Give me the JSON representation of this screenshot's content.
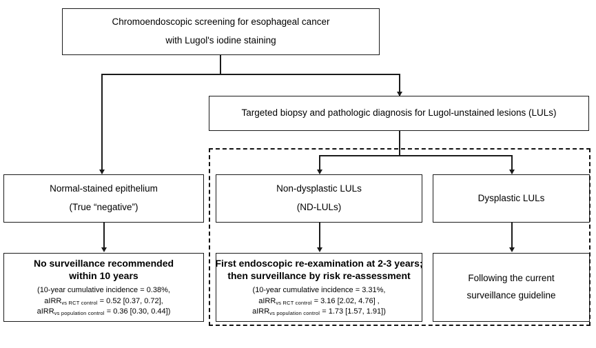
{
  "diagram": {
    "title": "Chromoendoscopic screening flowchart for esophageal cancer surveillance",
    "nodes": {
      "screening": {
        "line1": "Chromoendoscopic screening for esophageal cancer",
        "line2": "with Lugol's iodine staining"
      },
      "biopsy": {
        "line1": "Targeted biopsy and pathologic diagnosis for Lugol-unstained lesions (LULs)"
      },
      "normal_stained": {
        "line1": "Normal-stained epithelium",
        "line2": "(True “negative”)"
      },
      "non_dysplastic": {
        "line1": "Non-dysplastic LULs",
        "line2": "(ND-LULs)"
      },
      "dysplastic": {
        "line1": "Dysplastic LULs"
      },
      "no_surveillance": {
        "heading1": "No surveillance recommended",
        "heading2": "within 10 years",
        "stat1": "(10-year cumulative incidence = 0.38%,",
        "stat2_label": "aIRR",
        "stat2_sub": "vs RCT control",
        "stat2_value": "= 0.52 [0.37, 0.72],",
        "stat3_label": "aIRR",
        "stat3_sub": "vs population control",
        "stat3_value": "= 0.36 [0.30, 0.44])"
      },
      "first_exam": {
        "heading1": "First endoscopic re-examination at 2-3 years;",
        "heading2": "then surveillance by risk re-assessment",
        "stat1": "(10-year cumulative incidence = 3.31%,",
        "stat2_label": "aIRR",
        "stat2_sub": "vs RCT control",
        "stat2_value": "= 3.16 [2.02, 4.76] ,",
        "stat3_label": "aIRR",
        "stat3_sub": "vs population control",
        "stat3_value": "= 1.73 [1.57, 1.91])"
      },
      "guideline": {
        "line1": "Following the current",
        "line2": "surveillance guideline"
      }
    },
    "colors": {
      "stroke": "#1a1a1a",
      "dashed_stroke": "#111111",
      "background": "#ffffff",
      "text": "#000000"
    }
  }
}
